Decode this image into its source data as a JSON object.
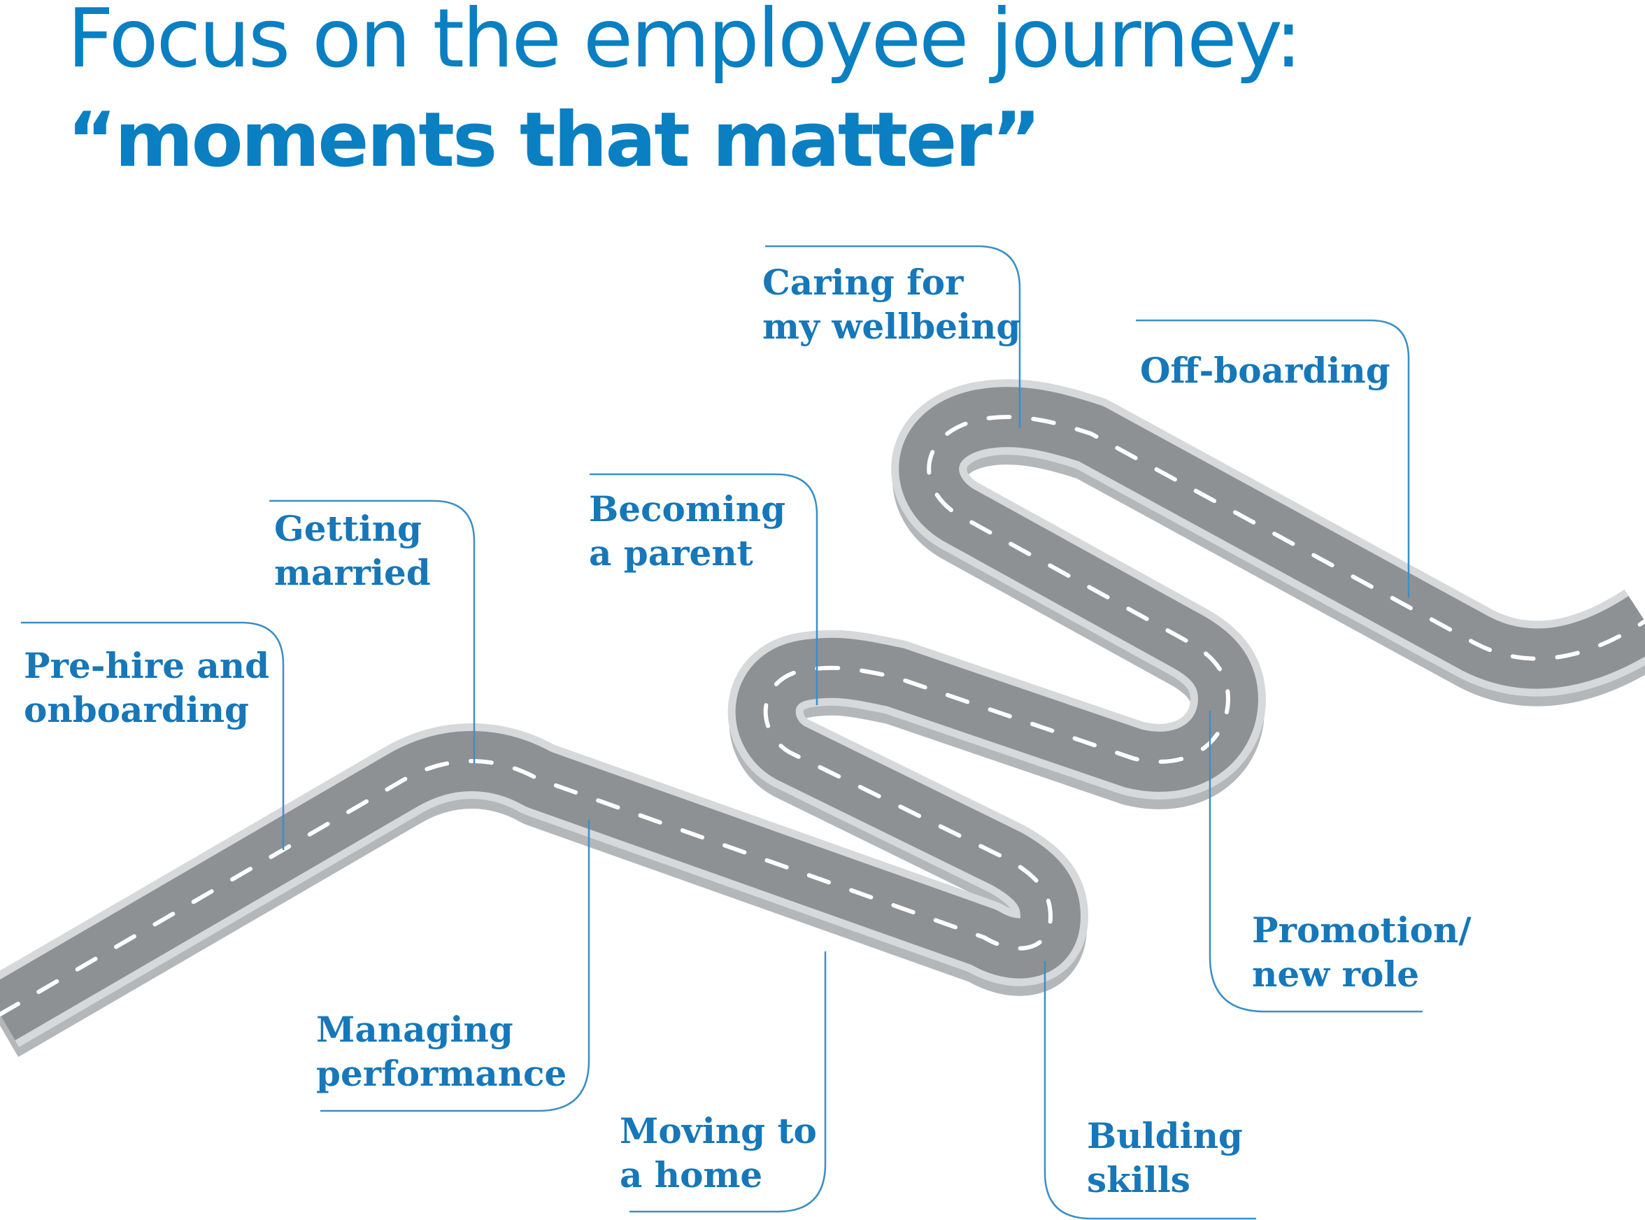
{
  "title": {
    "line1": "Focus on the employee journey:",
    "line2": "“moments that matter”"
  },
  "milestones": [
    {
      "line1": "Pre-hire and",
      "line2": "onboarding"
    },
    {
      "line1": "Getting",
      "line2": "married"
    },
    {
      "line1": "Managing",
      "line2": "performance"
    },
    {
      "line1": "Becoming",
      "line2": "a parent"
    },
    {
      "line1": "Moving to",
      "line2": "a home"
    },
    {
      "line1": "Caring for",
      "line2": "my wellbeing"
    },
    {
      "line1": "Bulding",
      "line2": "skills"
    },
    {
      "line1": "Promotion/",
      "line2": "new role"
    },
    {
      "line1": "Off-boarding",
      "line2": ""
    }
  ],
  "colors": {
    "title": "#0a7fc2",
    "label": "#1677b9",
    "connector": "#3a8fc6",
    "road": "#8d9194",
    "road_edge": "#d6d8da",
    "road_side": "#b4b7ba",
    "lane_marking": "#ffffff"
  }
}
